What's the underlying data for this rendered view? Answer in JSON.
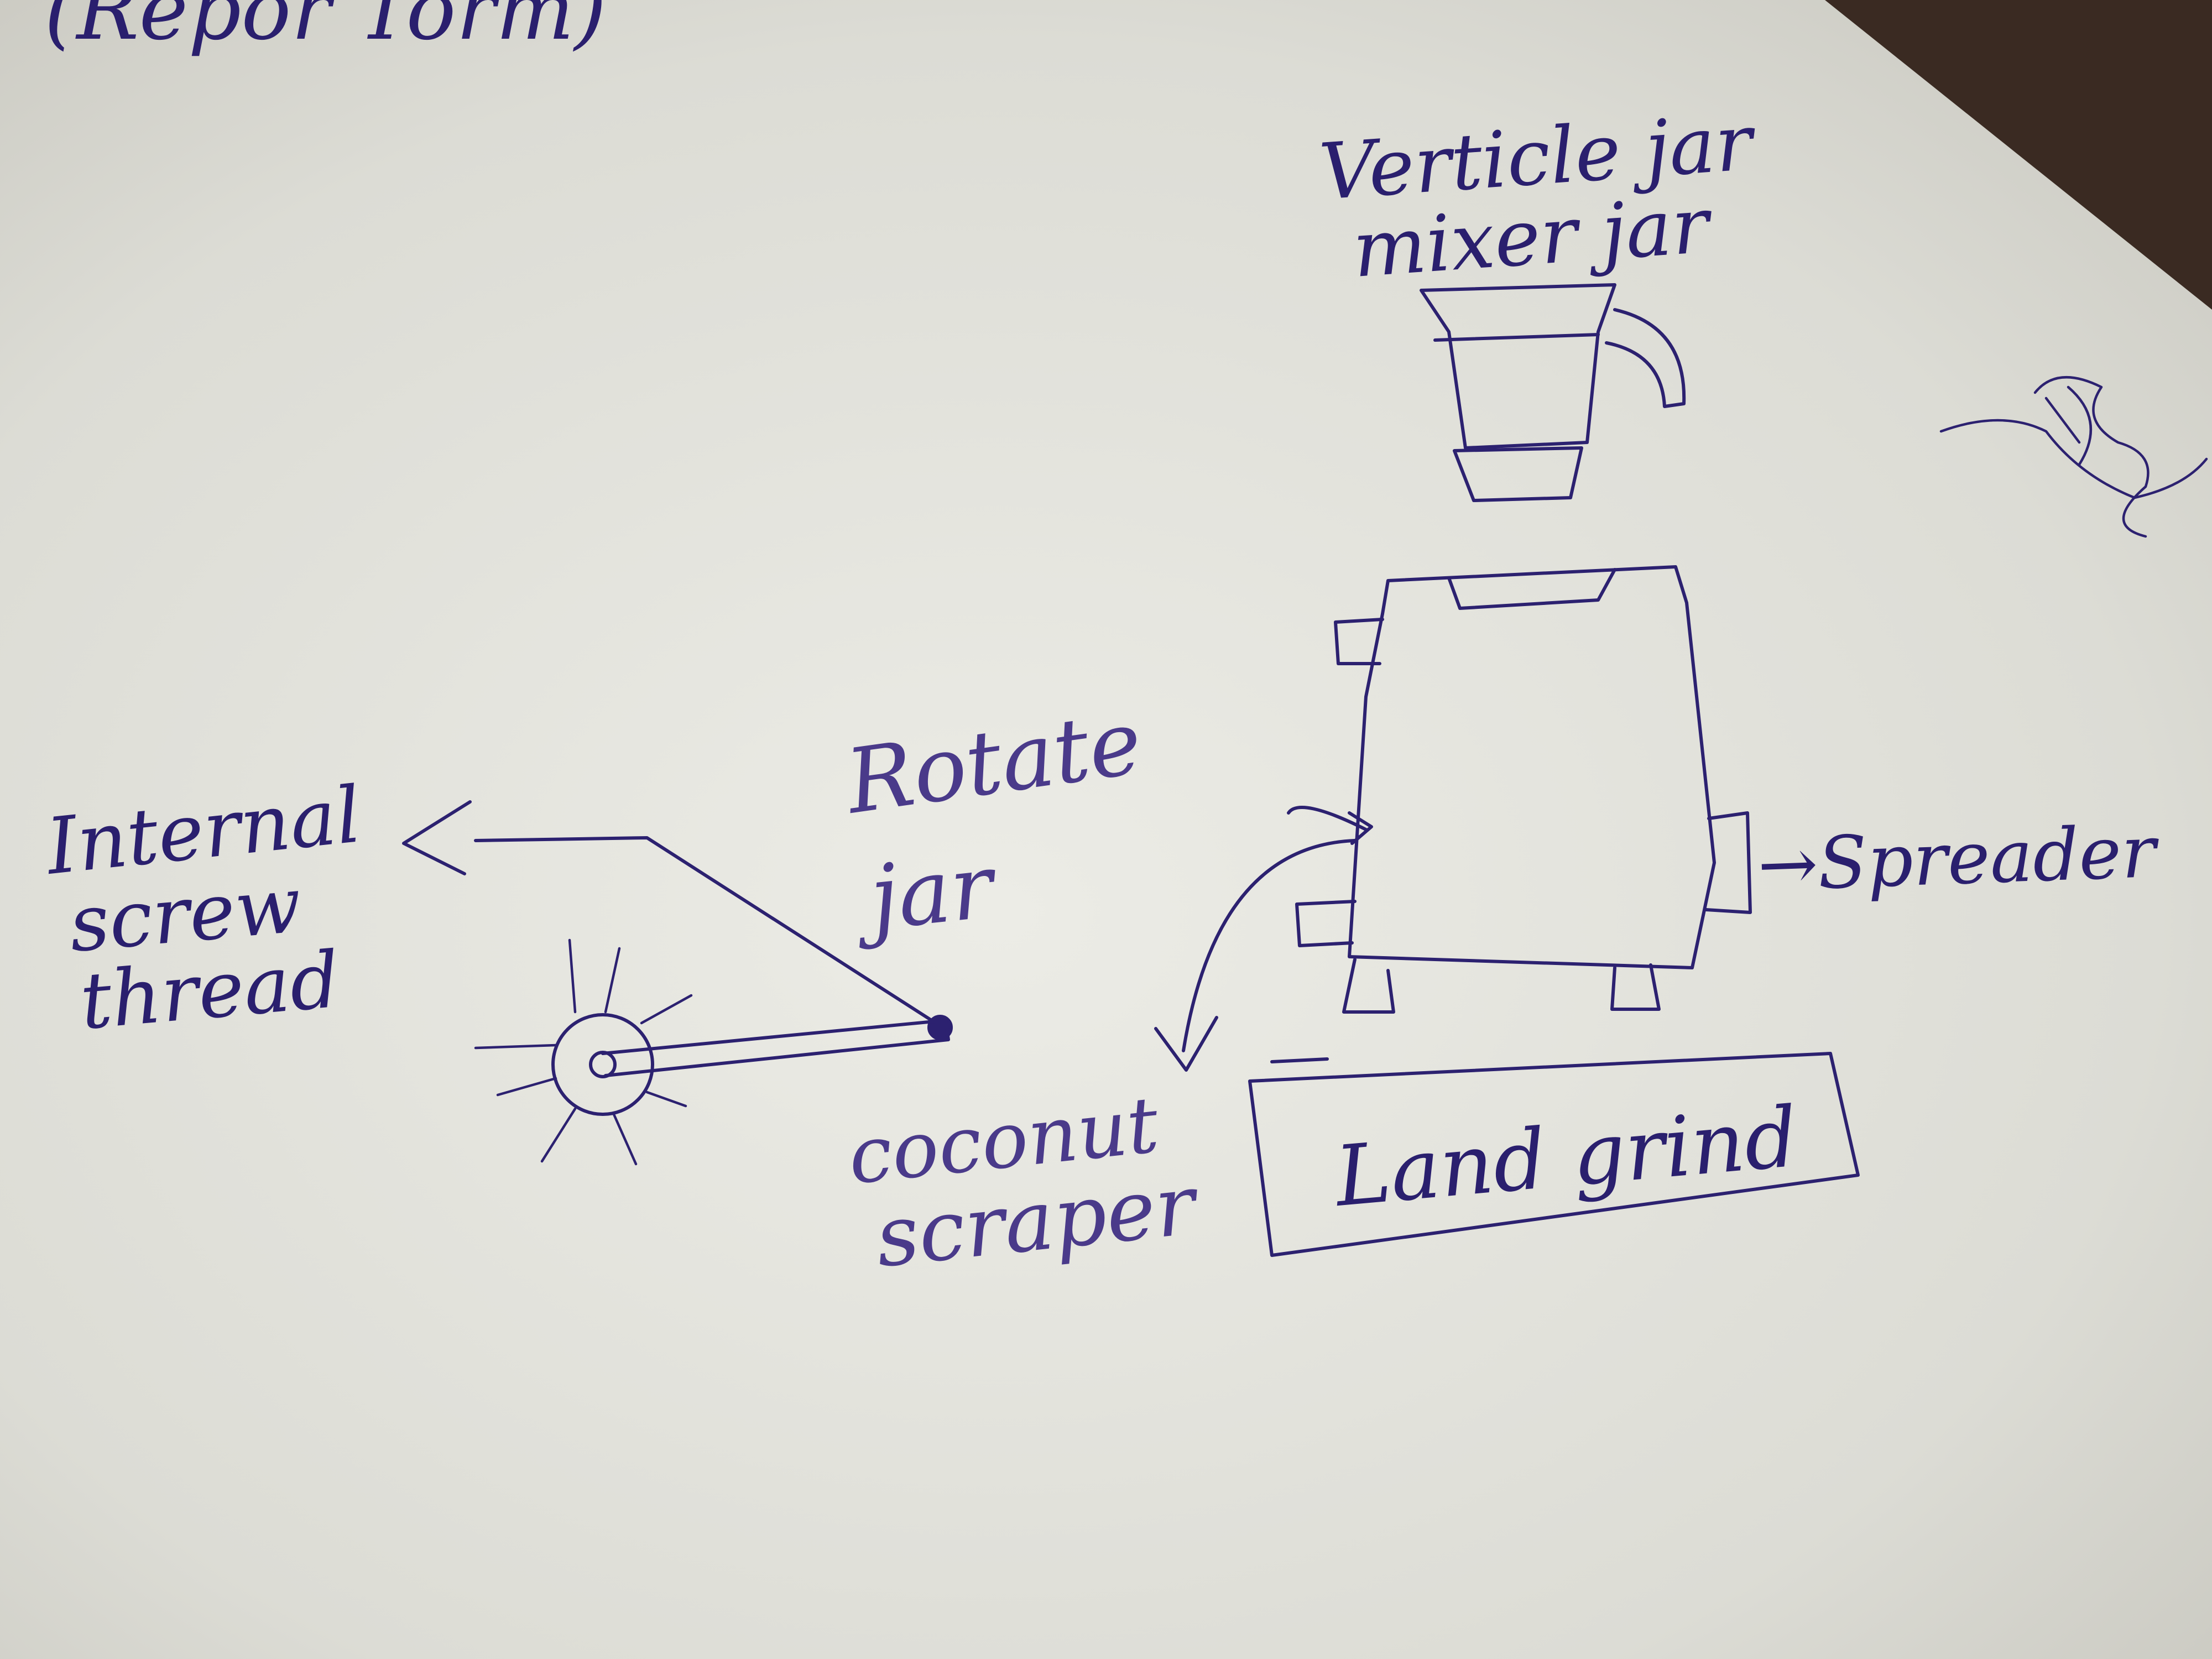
{
  "labels": {
    "top_partial": "(Repor Torm)",
    "vertical_jar_line1": "Verticle jar",
    "vertical_jar_line2": "mixer jar",
    "rotate_jar_line1": "Rotate",
    "rotate_jar_line2": "jar",
    "internal_line1": "Internal",
    "internal_line2": "screw",
    "internal_line3": "thread",
    "coconut_line1": "coconut",
    "coconut_line2": "scraper",
    "spreader": "→Spreader",
    "land_grind": "Land grind"
  },
  "colors": {
    "paper": "#e6e6e0",
    "ink": "#2c2170",
    "background": "#3a2a22"
  }
}
